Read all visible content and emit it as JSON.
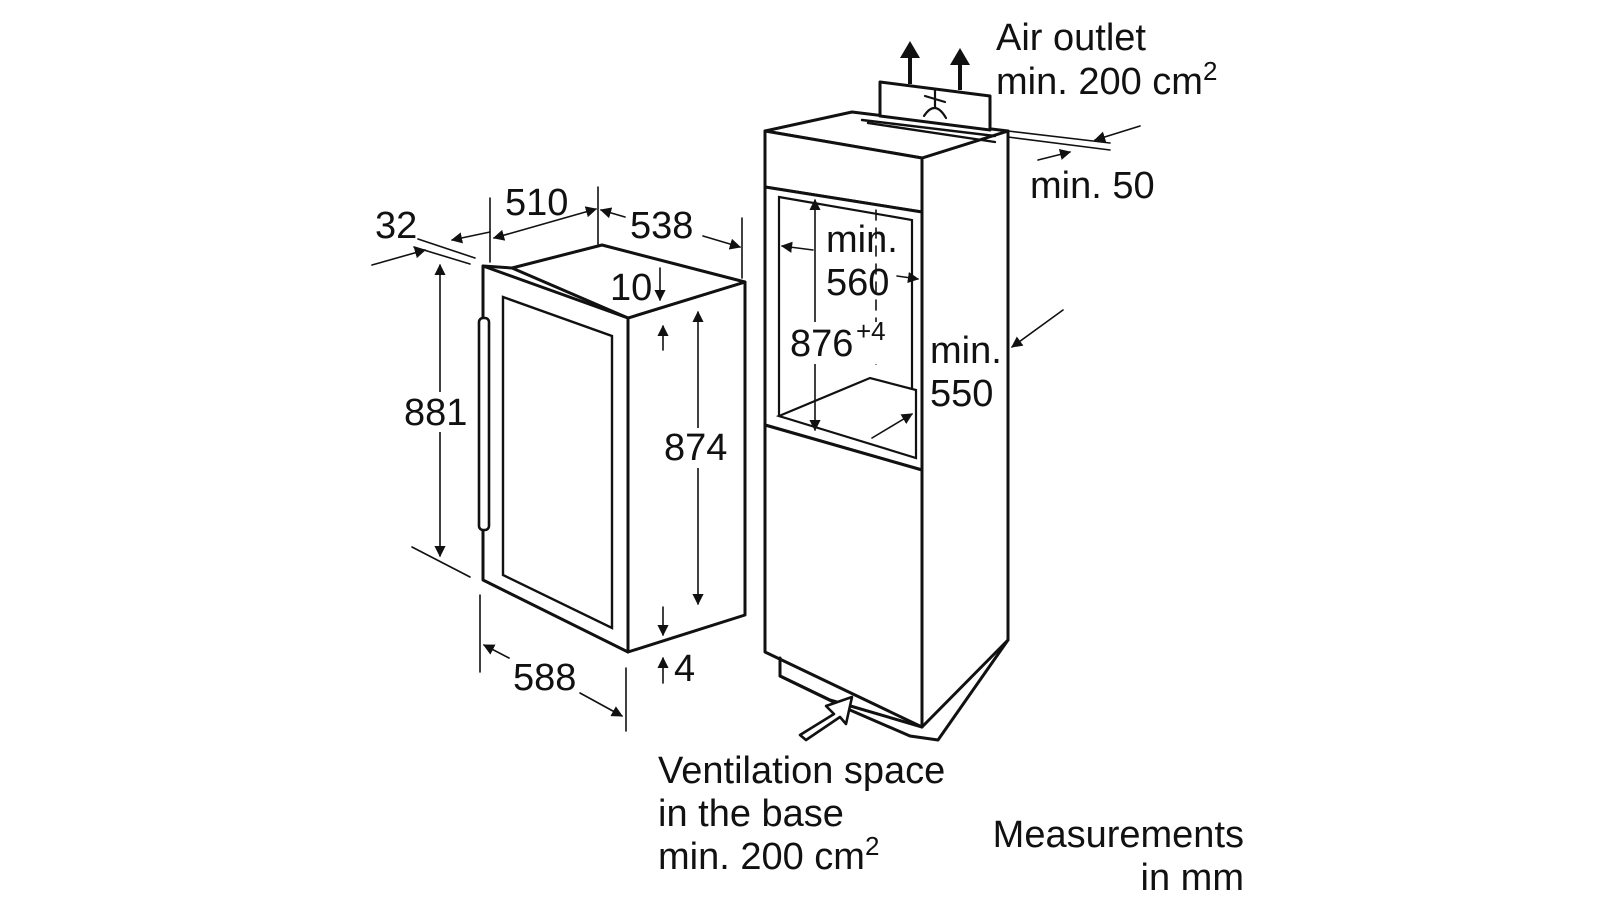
{
  "dimensions": {
    "d_32": "32",
    "d_510": "510",
    "d_538": "538",
    "d_10": "10",
    "d_881": "881",
    "d_874": "874",
    "d_588": "588",
    "d_4": "4",
    "niche_depth_line1": "min.",
    "niche_depth_line2": "560",
    "niche_height_main": "876",
    "niche_height_tol": "+4",
    "niche_width_line1": "min.",
    "niche_width_line2": "550",
    "gap_line": "min. 50"
  },
  "labels": {
    "air_outlet_line1": "Air outlet",
    "air_outlet_line2_main": "min. 200 cm",
    "air_outlet_line2_sup": "2",
    "ventilation_line1": "Ventilation space",
    "ventilation_line2": "in the base",
    "ventilation_line3_main": "min. 200 cm",
    "ventilation_line3_sup": "2",
    "measurements_line1": "Measurements",
    "measurements_line2": "in mm"
  },
  "icons": [
    "appliance-drawing",
    "niche-drawing",
    "air-outlet-arrow-icon",
    "ventilation-arrow-icon"
  ]
}
